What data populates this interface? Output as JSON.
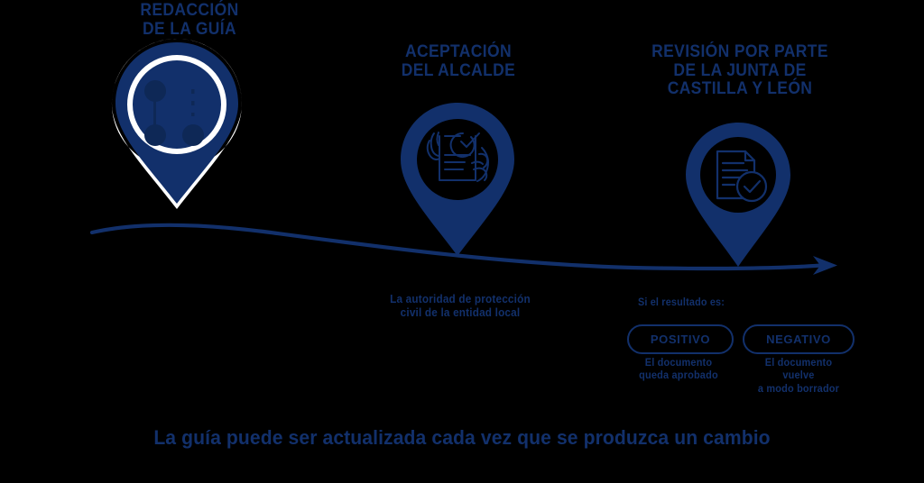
{
  "theme": {
    "background": "#000000",
    "navy": "#12306b",
    "navy_dark": "#0e2856",
    "outline_white": "#ffffff"
  },
  "diagram": {
    "type": "process-flow",
    "orientation": "horizontal",
    "steps": [
      {
        "id": "step-1",
        "title_lines": [
          "REDACCIÓN",
          "DE LA GUÍA"
        ],
        "icon": "document-writing-icon",
        "marker": "map-pin-outlined",
        "caption_lines": []
      },
      {
        "id": "step-2",
        "title_lines": [
          "ACEPTACIÓN",
          "DEL ALCALDE"
        ],
        "icon": "hands-holding-document-check-icon",
        "marker": "map-pin",
        "caption_lines": [
          "La autoridad de protección",
          "civil  de la entidad local"
        ]
      },
      {
        "id": "step-3",
        "title_lines": [
          "REVISIÓN POR PARTE",
          "DE LA JUNTA DE",
          "CASTILLA Y LEÓN"
        ],
        "icon": "document-check-icon",
        "marker": "map-pin",
        "caption_lines": [
          "Si el resultado es:"
        ]
      }
    ],
    "outcomes": [
      {
        "id": "outcome-positive",
        "badge": "POSITIVO",
        "text_lines": [
          "El documento",
          "queda aprobado"
        ]
      },
      {
        "id": "outcome-negative",
        "badge": "NEGATIVO",
        "text_lines": [
          "El documento",
          "vuelve",
          "a modo borrador"
        ]
      }
    ],
    "footer_note": "La guía puede ser actualizada cada vez que se produzca un cambio",
    "flow_arrow": {
      "direction": "left-to-right",
      "style": "curved-wave-with-arrowhead"
    }
  }
}
